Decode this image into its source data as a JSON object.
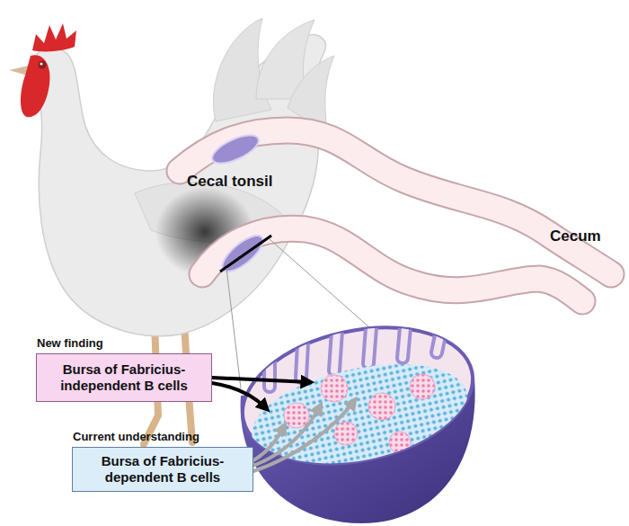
{
  "diagram": {
    "nodes": [
      {
        "text": [
          "New finding",
          "Bursa of Fabricius- independent B cells"
        ]
      },
      {
        "text": [
          "Current understanding",
          "Bursa of Fabricius- dependent B cells"
        ]
      }
    ],
    "labels": [
      "Cecal tonsil",
      "Cecum"
    ]
  }
}
